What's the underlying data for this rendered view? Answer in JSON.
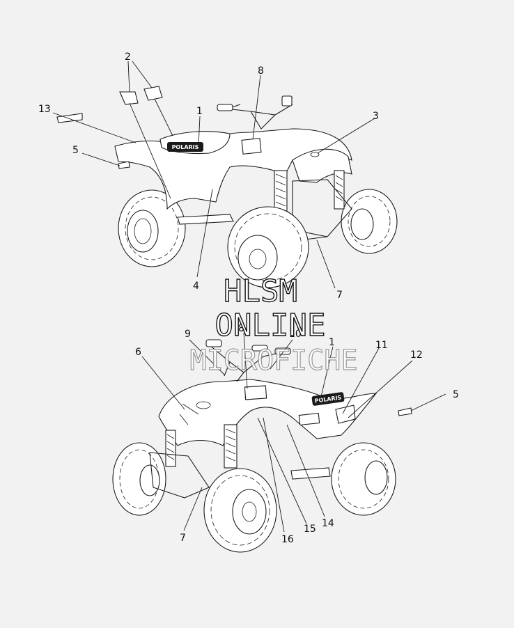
{
  "watermark": {
    "line1": "HLSM",
    "line2": "ONLINE",
    "line3": "MICROFICHE"
  },
  "brand_logo": "POLARIS",
  "callouts": [
    {
      "id": "c2",
      "label": "2"
    },
    {
      "id": "c8a",
      "label": "8"
    },
    {
      "id": "c13",
      "label": "13"
    },
    {
      "id": "c1a",
      "label": "1"
    },
    {
      "id": "c3",
      "label": "3"
    },
    {
      "id": "c5a",
      "label": "5"
    },
    {
      "id": "c4",
      "label": "4"
    },
    {
      "id": "c7a",
      "label": "7"
    },
    {
      "id": "c9",
      "label": "9"
    },
    {
      "id": "c8b",
      "label": "8"
    },
    {
      "id": "c10",
      "label": "10"
    },
    {
      "id": "c1b",
      "label": "1"
    },
    {
      "id": "c11",
      "label": "11"
    },
    {
      "id": "c6",
      "label": "6"
    },
    {
      "id": "c12",
      "label": "12"
    },
    {
      "id": "c5b",
      "label": "5"
    },
    {
      "id": "c7b",
      "label": "7"
    },
    {
      "id": "c16",
      "label": "16"
    },
    {
      "id": "c15",
      "label": "15"
    },
    {
      "id": "c14",
      "label": "14"
    }
  ]
}
